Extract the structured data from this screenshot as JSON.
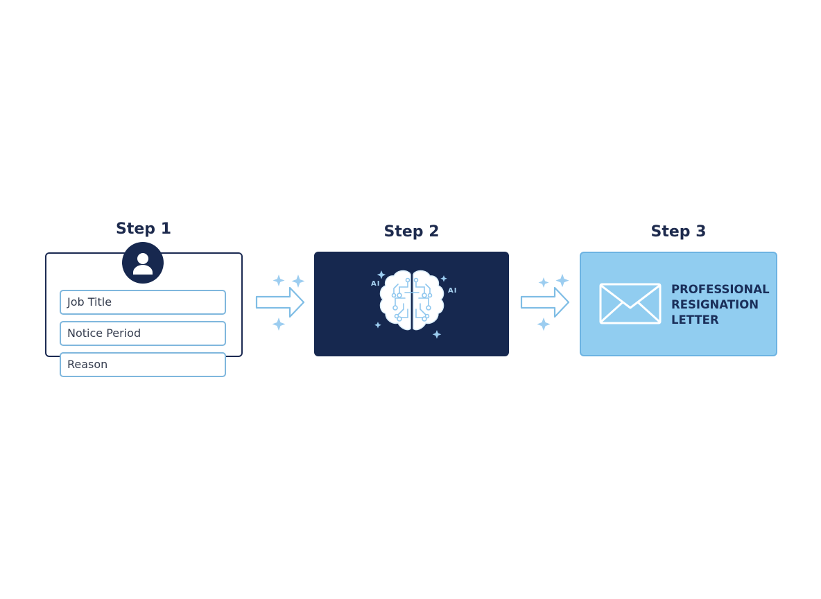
{
  "steps": [
    {
      "title": "Step 1"
    },
    {
      "title": "Step 2"
    },
    {
      "title": "Step 3"
    }
  ],
  "form": {
    "fields": [
      {
        "label": "Job Title"
      },
      {
        "label": "Notice Period"
      },
      {
        "label": "Reason"
      }
    ],
    "icon": "user-avatar-icon"
  },
  "ai": {
    "labels": [
      "AI",
      "AI"
    ],
    "icon": "brain-circuit-icon"
  },
  "result": {
    "icon": "envelope-icon",
    "lines": [
      "PROFESSIONAL",
      "RESIGNATION",
      "LETTER"
    ]
  },
  "colors": {
    "navy": "#16284f",
    "light_blue": "#91cdf0",
    "accent": "#6cb3e2"
  }
}
